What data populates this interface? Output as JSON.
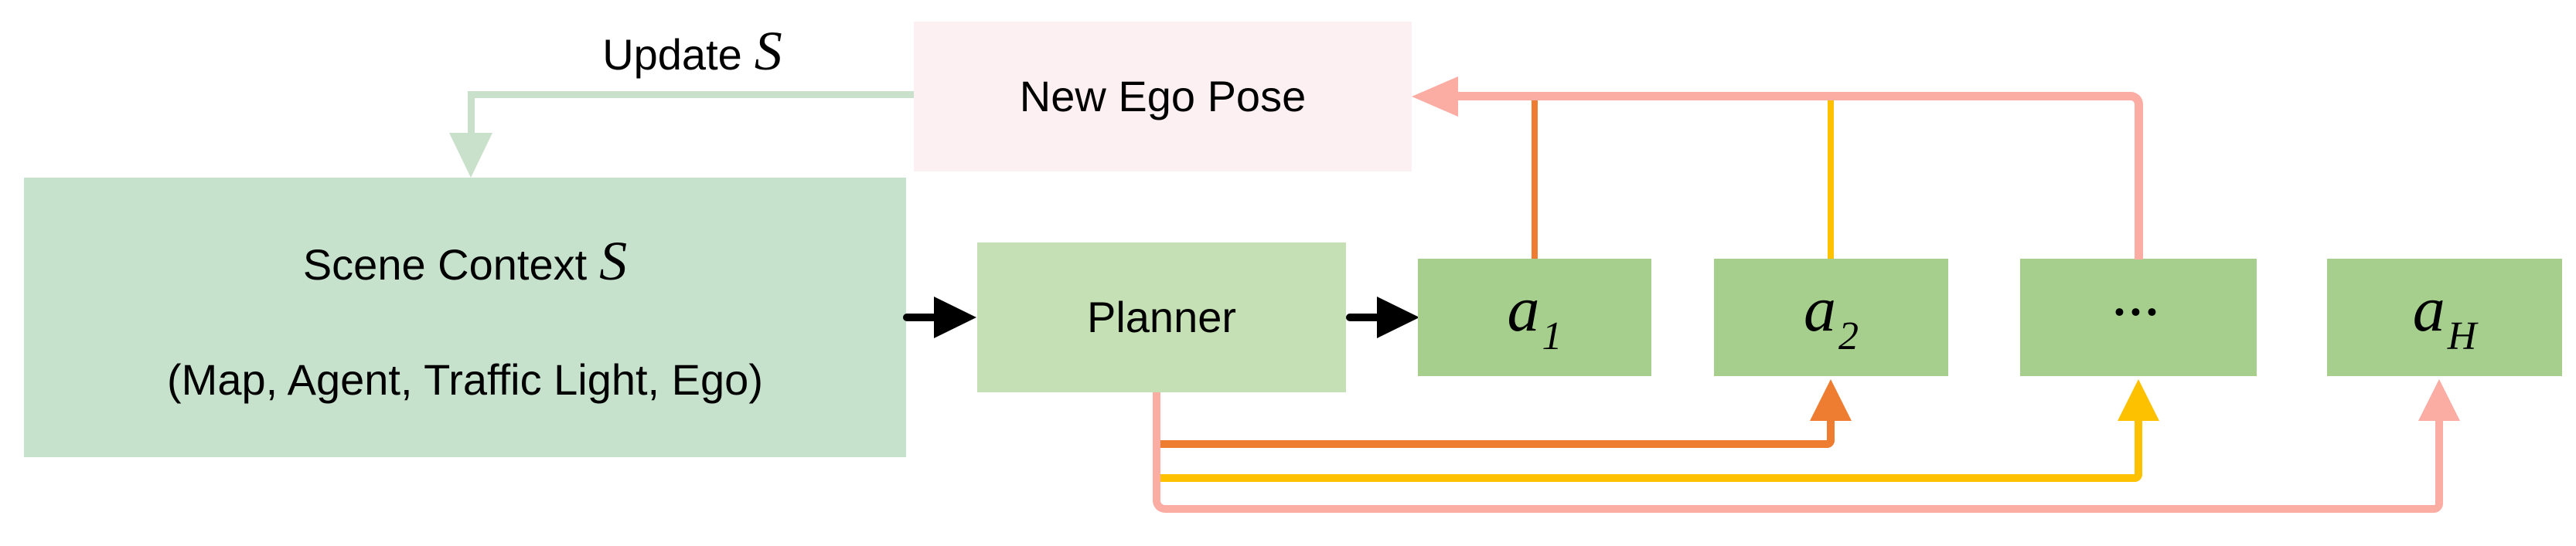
{
  "colors": {
    "scene-box": "#C6E2CD",
    "planner-box": "#C5E0B4",
    "action-box": "#A6CF8D",
    "ego-box": "#FDF0F3",
    "green-arrow": "#C9E0CA",
    "orange": "#EF7D31",
    "yellow": "#FEC100",
    "pink": "#FBACA3",
    "black": "#000000"
  },
  "labels": {
    "update": {
      "text": "Update",
      "symbol": "S"
    },
    "scene_context": {
      "title": "Scene Context",
      "symbol": "S",
      "subtitle": "(Map, Agent, Traffic Light, Ego)"
    },
    "new_ego_pose": "New Ego Pose",
    "planner": "Planner"
  },
  "actions": [
    {
      "base": "a",
      "sub": "1"
    },
    {
      "base": "a",
      "sub": "2"
    },
    {
      "base": "...",
      "sub": ""
    },
    {
      "base": "a",
      "sub": "H"
    }
  ]
}
